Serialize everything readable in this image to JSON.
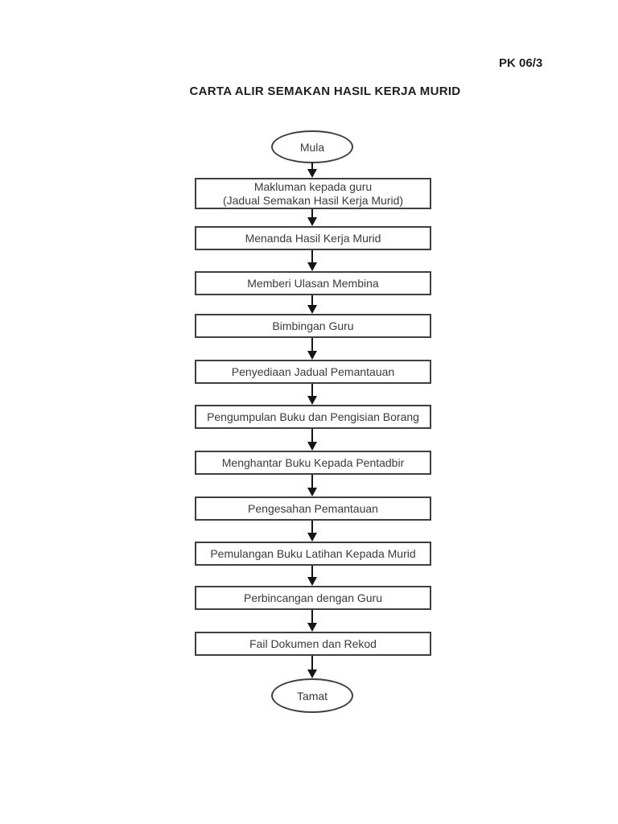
{
  "page": {
    "doc_code": "PK 06/3",
    "title": "CARTA ALIR SEMAKAN HASIL KERJA MURID"
  },
  "flowchart": {
    "start_label": "Mula",
    "end_label": "Tamat",
    "steps": [
      {
        "lines": [
          "Makluman kepada guru",
          "(Jadual Semakan Hasil Kerja Murid)"
        ]
      },
      {
        "lines": [
          "Menanda Hasil Kerja Murid"
        ]
      },
      {
        "lines": [
          "Memberi Ulasan Membina"
        ]
      },
      {
        "lines": [
          "Bimbingan Guru"
        ]
      },
      {
        "lines": [
          "Penyediaan Jadual Pemantauan"
        ]
      },
      {
        "lines": [
          "Pengumpulan Buku dan Pengisian Borang"
        ]
      },
      {
        "lines": [
          "Menghantar Buku Kepada Pentadbir"
        ]
      },
      {
        "lines": [
          "Pengesahan Pemantauan"
        ]
      },
      {
        "lines": [
          "Pemulangan Buku Latihan Kepada Murid"
        ]
      },
      {
        "lines": [
          "Perbincangan dengan Guru"
        ]
      },
      {
        "lines": [
          "Fail Dokumen dan Rekod"
        ]
      }
    ],
    "colors": {
      "background": "#ffffff",
      "box_border": "#3f3f3f",
      "box_text": "#3a3a3a",
      "arrow": "#161616",
      "title_text": "#1f1f1f"
    }
  }
}
